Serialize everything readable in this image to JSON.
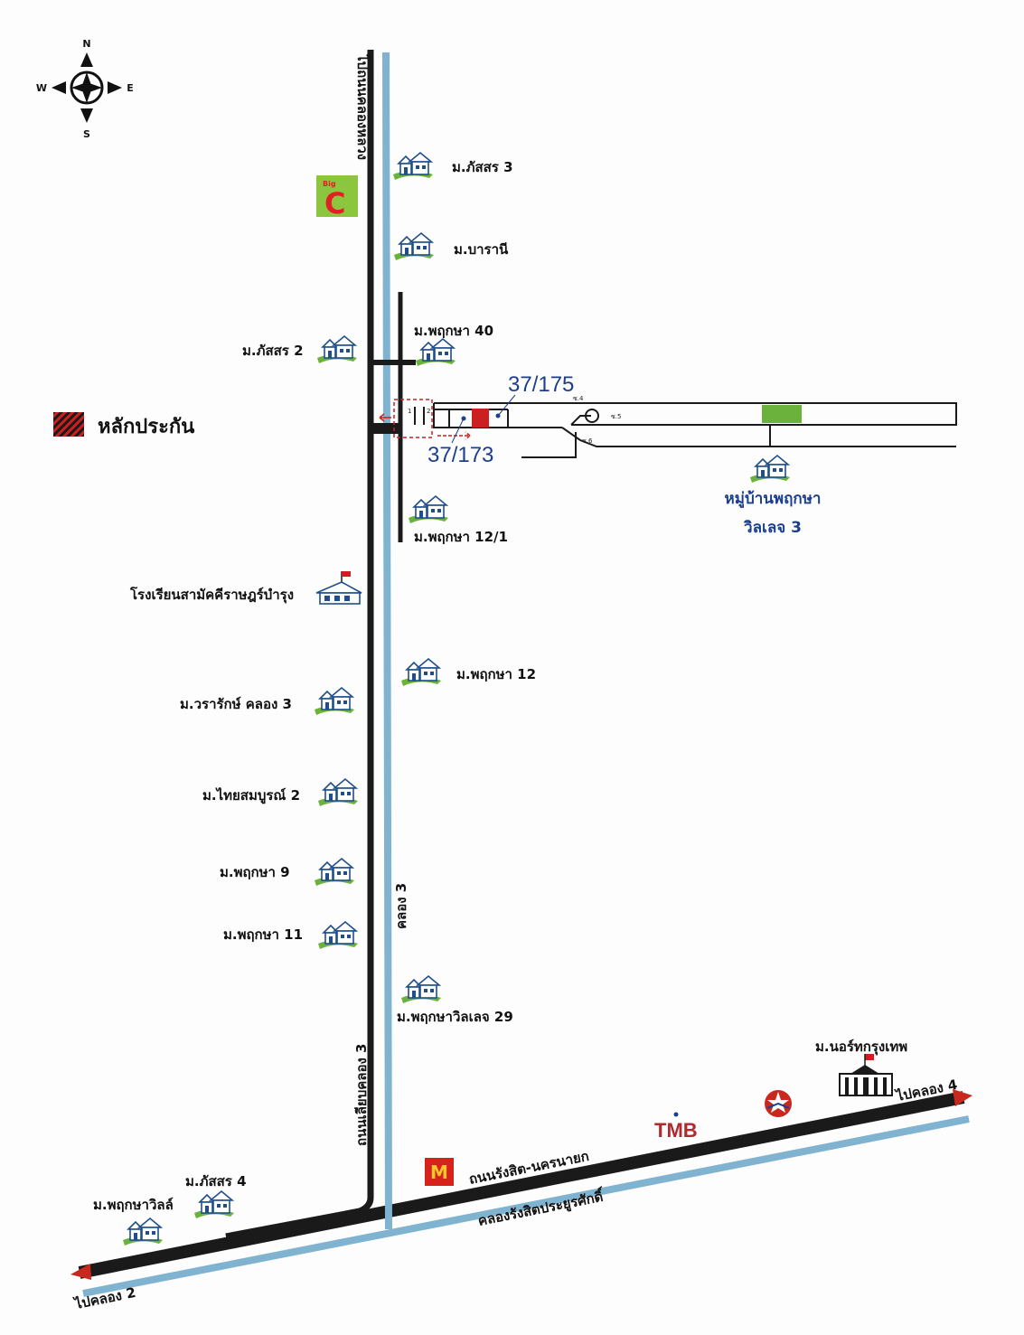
{
  "compass": {
    "n": "N",
    "s": "S",
    "e": "E",
    "w": "W"
  },
  "legend": {
    "label": "หลักประกัน"
  },
  "roads": {
    "north_road": "ไปถนนคลองหลวง",
    "klong_road": "ถนนเลียบคลอง 3",
    "canal": "คลอง 3",
    "main_road": "ถนนรังสิต-นครนายก",
    "main_canal": "คลองรังสิตประยูรศักดิ์",
    "to_klong2": "ไปคลอง 2",
    "to_klong4": "ไปคลอง 4"
  },
  "plots": {
    "p175": "37/175",
    "p173": "37/173"
  },
  "alleys": {
    "s4": "ซ.4",
    "s5": "ซ.5",
    "s6": "ซ.6"
  },
  "small_marks": {
    "m1": "1",
    "m2": "2"
  },
  "places": {
    "pasasorn3": "ม.ภัสสร 3",
    "baranee": "ม.บารานี",
    "pruksa40": "ม.พฤกษา 40",
    "pasasorn2": "ม.ภัสสร 2",
    "village_line1": "หมู่บ้านพฤกษา",
    "village_line2": "วิลเลจ 3",
    "pruksa12_1": "ม.พฤกษา 12/1",
    "school": "โรงเรียนสามัคคีราษฎร์บำรุง",
    "pruksa12": "ม.พฤกษา 12",
    "wararak": "ม.วรารักษ์ คลอง 3",
    "thaisomboon": "ม.ไทยสมบูรณ์ 2",
    "pruksa9": "ม.พฤกษา 9",
    "pruksa11": "ม.พฤกษา 11",
    "pruksa29": "ม.พฤกษาวิลเลจ 29",
    "north_bkk": "ม.นอร์ทกรุงเทพ",
    "pasasorn4": "ม.ภัสสร 4",
    "pruksavill": "ม.พฤกษาวิลล์"
  },
  "logos": {
    "bigc_small": "Big",
    "bigc_letter": "C",
    "mcd": "M",
    "tmb": "TMB"
  },
  "colors": {
    "road": "#1a1a1a",
    "canal": "#7fb3cf",
    "collateral": "#cc1f1f",
    "park": "#6ab23c",
    "label_blue": "#1b3f8f",
    "arrow_red": "#c8281e"
  }
}
